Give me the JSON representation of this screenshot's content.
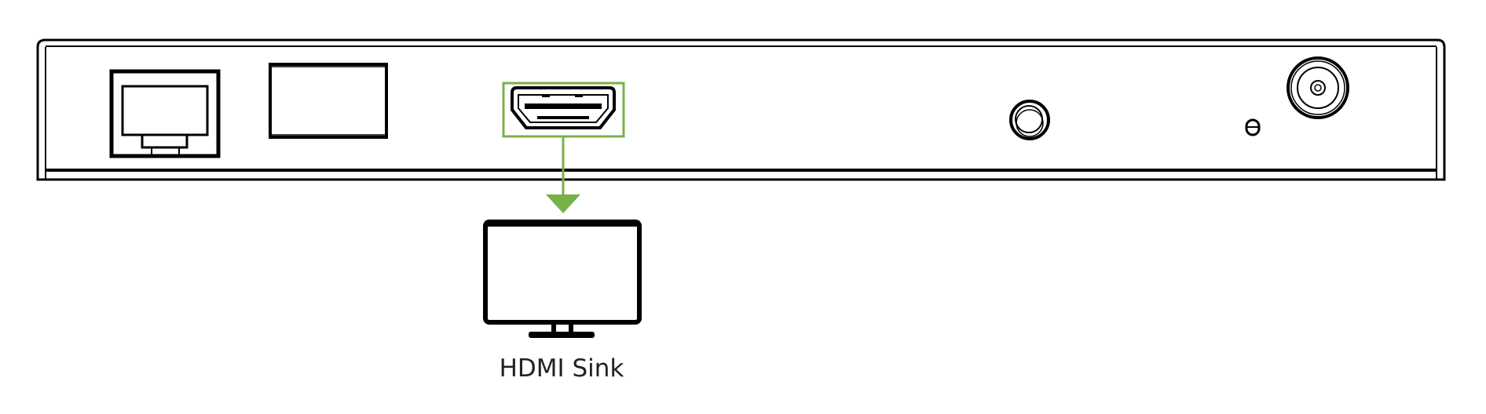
{
  "diagram": {
    "sink_label": "HDMI Sink",
    "colors": {
      "highlight": "#78b04a",
      "outline": "#000000"
    },
    "ports": [
      "rj45-port",
      "usb-port",
      "hdmi-port",
      "audio-jack",
      "led-indicator",
      "power-connector"
    ],
    "connection": {
      "from": "hdmi-port",
      "to": "hdmi-sink"
    }
  }
}
